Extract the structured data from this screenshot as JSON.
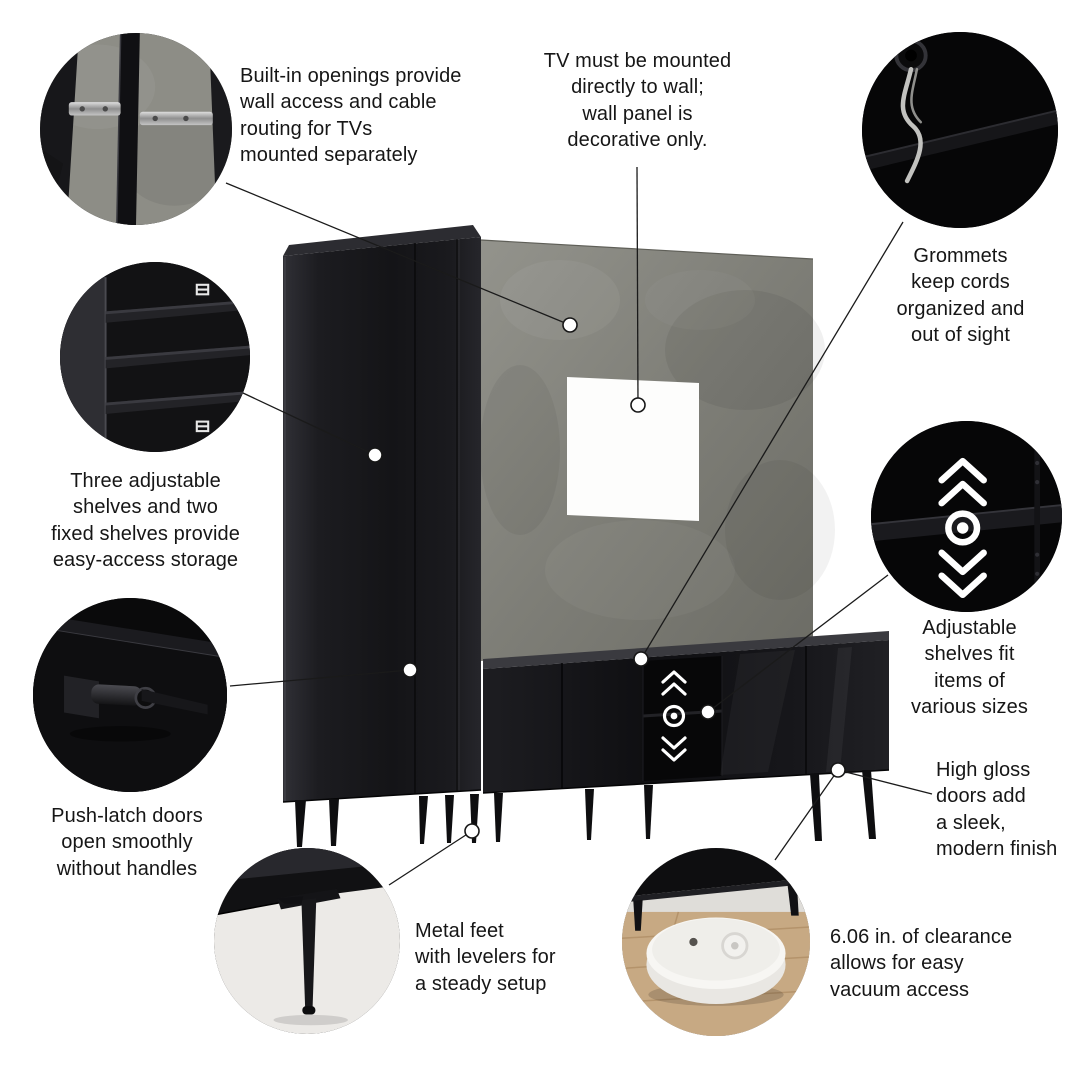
{
  "title": "Entertainment center feature infographic",
  "colors": {
    "background": "#ffffff",
    "leader_line": "#1a1a1a",
    "wall_panel_gray": "#7e7e77",
    "cabinet_black": "#141417",
    "tv_cutout_white": "#fdfdfc"
  },
  "callouts": {
    "built_in_openings": {
      "text": "Built-in openings provide\nwall access and cable\nrouting for TVs\nmounted separately"
    },
    "tv_mounted": {
      "text": "TV must be mounted\ndirectly to wall;\nwall panel is\ndecorative only."
    },
    "grommets": {
      "text": "Grommets\nkeep cords\norganized and\nout of sight"
    },
    "three_shelves": {
      "text": "Three adjustable\nshelves and two\nfixed shelves provide\neasy-access storage"
    },
    "adjustable_shelves": {
      "text": "Adjustable\nshelves fit\nitems of\nvarious sizes"
    },
    "push_latch": {
      "text": "Push-latch doors\nopen smoothly\nwithout handles"
    },
    "metal_feet": {
      "text": "Metal feet\nwith levelers for\na steady setup"
    },
    "high_gloss": {
      "text": "High gloss\ndoors add\na sleek,\nmodern finish"
    },
    "clearance": {
      "text": "6.06 in. of clearance\nallows for easy\nvacuum access"
    }
  }
}
